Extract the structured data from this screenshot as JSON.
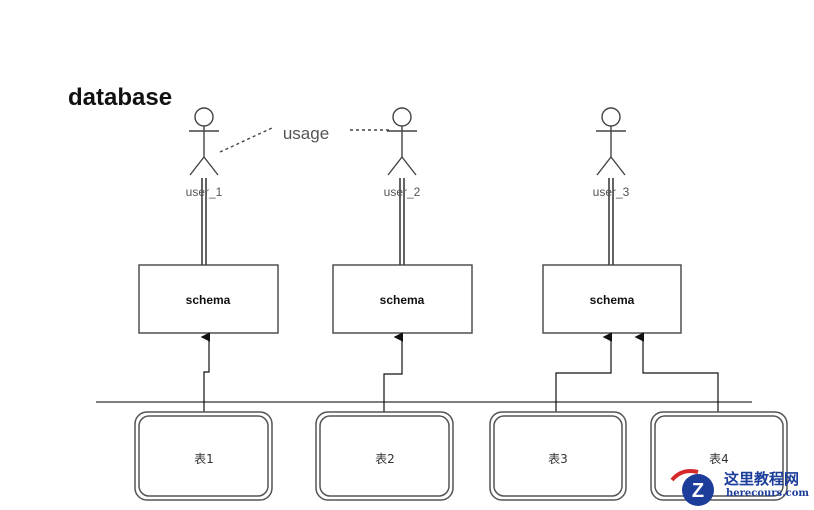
{
  "title": "database",
  "usage_label": "usage",
  "users": [
    {
      "label": "user_1"
    },
    {
      "label": "user_2"
    },
    {
      "label": "user_3"
    }
  ],
  "schemas": [
    {
      "label": "schema"
    },
    {
      "label": "schema"
    },
    {
      "label": "schema"
    }
  ],
  "tables": [
    {
      "label": "表1"
    },
    {
      "label": "表2"
    },
    {
      "label": "表3"
    },
    {
      "label": "表4"
    }
  ],
  "watermark": {
    "cn": "这里教程网",
    "en": "herecours.com"
  }
}
